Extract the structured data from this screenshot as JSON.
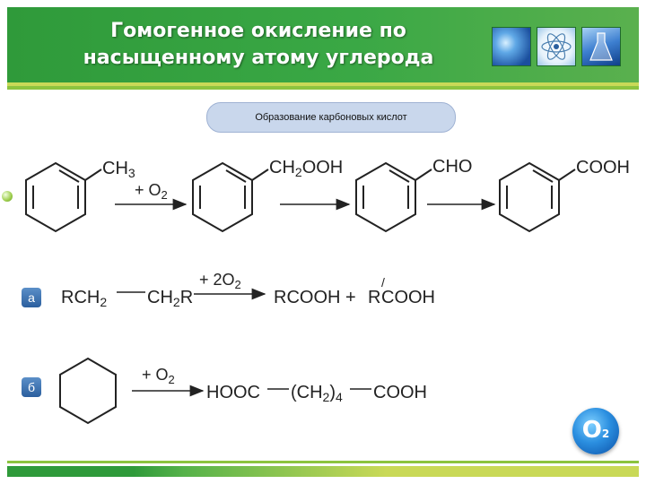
{
  "header": {
    "title_line1": "Гомогенное окисление по",
    "title_line2": "насыщенному атому углерода"
  },
  "subtitle": "Образование карбоновых кислот",
  "reaction1": {
    "sub1": "CH",
    "sub1_idx": "3",
    "reagent": "+ O",
    "reagent_idx": "2",
    "sub2_a": "CH",
    "sub2_idx": "2",
    "sub2_b": "OOH",
    "sub3": "CHO",
    "sub4": "COOH"
  },
  "reaction2": {
    "badge": "а",
    "left_a": "RCH",
    "left_a_idx": "2",
    "left_b": "CH",
    "left_b_idx": "2",
    "left_b_tail": "R",
    "reagent": "+ 2O",
    "reagent_idx": "2",
    "product1": "RCOOH +",
    "product2_r": "R",
    "product2_prime": "/",
    "product2_tail": "COOH"
  },
  "reaction3": {
    "badge": "б",
    "reagent": "+ O",
    "reagent_idx": "2",
    "prod_a": "HOOC",
    "prod_b": "(CH",
    "prod_b_idx": "2",
    "prod_b_close": ")",
    "prod_b_sub": "4",
    "prod_c": "COOH"
  },
  "logo": {
    "main": "O",
    "sub": "2"
  },
  "colors": {
    "header_green": "#3aa845",
    "accent_lime": "#c9d957",
    "pill": "#c9d7ec",
    "badge_blue": "#2b5f9e"
  }
}
